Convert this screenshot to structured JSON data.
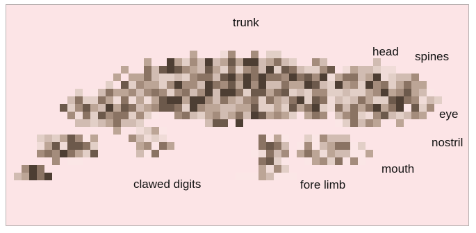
{
  "figure": {
    "background_color": "#fce4e6",
    "border_color": "#b9b1b1",
    "image_palette": [
      "#fbe6e6",
      "#f0dcd8",
      "#e2cfc7",
      "#d1bcb2",
      "#bca596",
      "#a48c7c",
      "#8a7363",
      "#6c594b",
      "#4d3e33"
    ],
    "labels": {
      "trunk": "trunk",
      "head": "head",
      "spines": "spines",
      "eye": "eye",
      "nostril": "nostril",
      "mouth": "mouth",
      "fore_limb": "fore limb",
      "clawed_digits": "clawed digits"
    }
  }
}
